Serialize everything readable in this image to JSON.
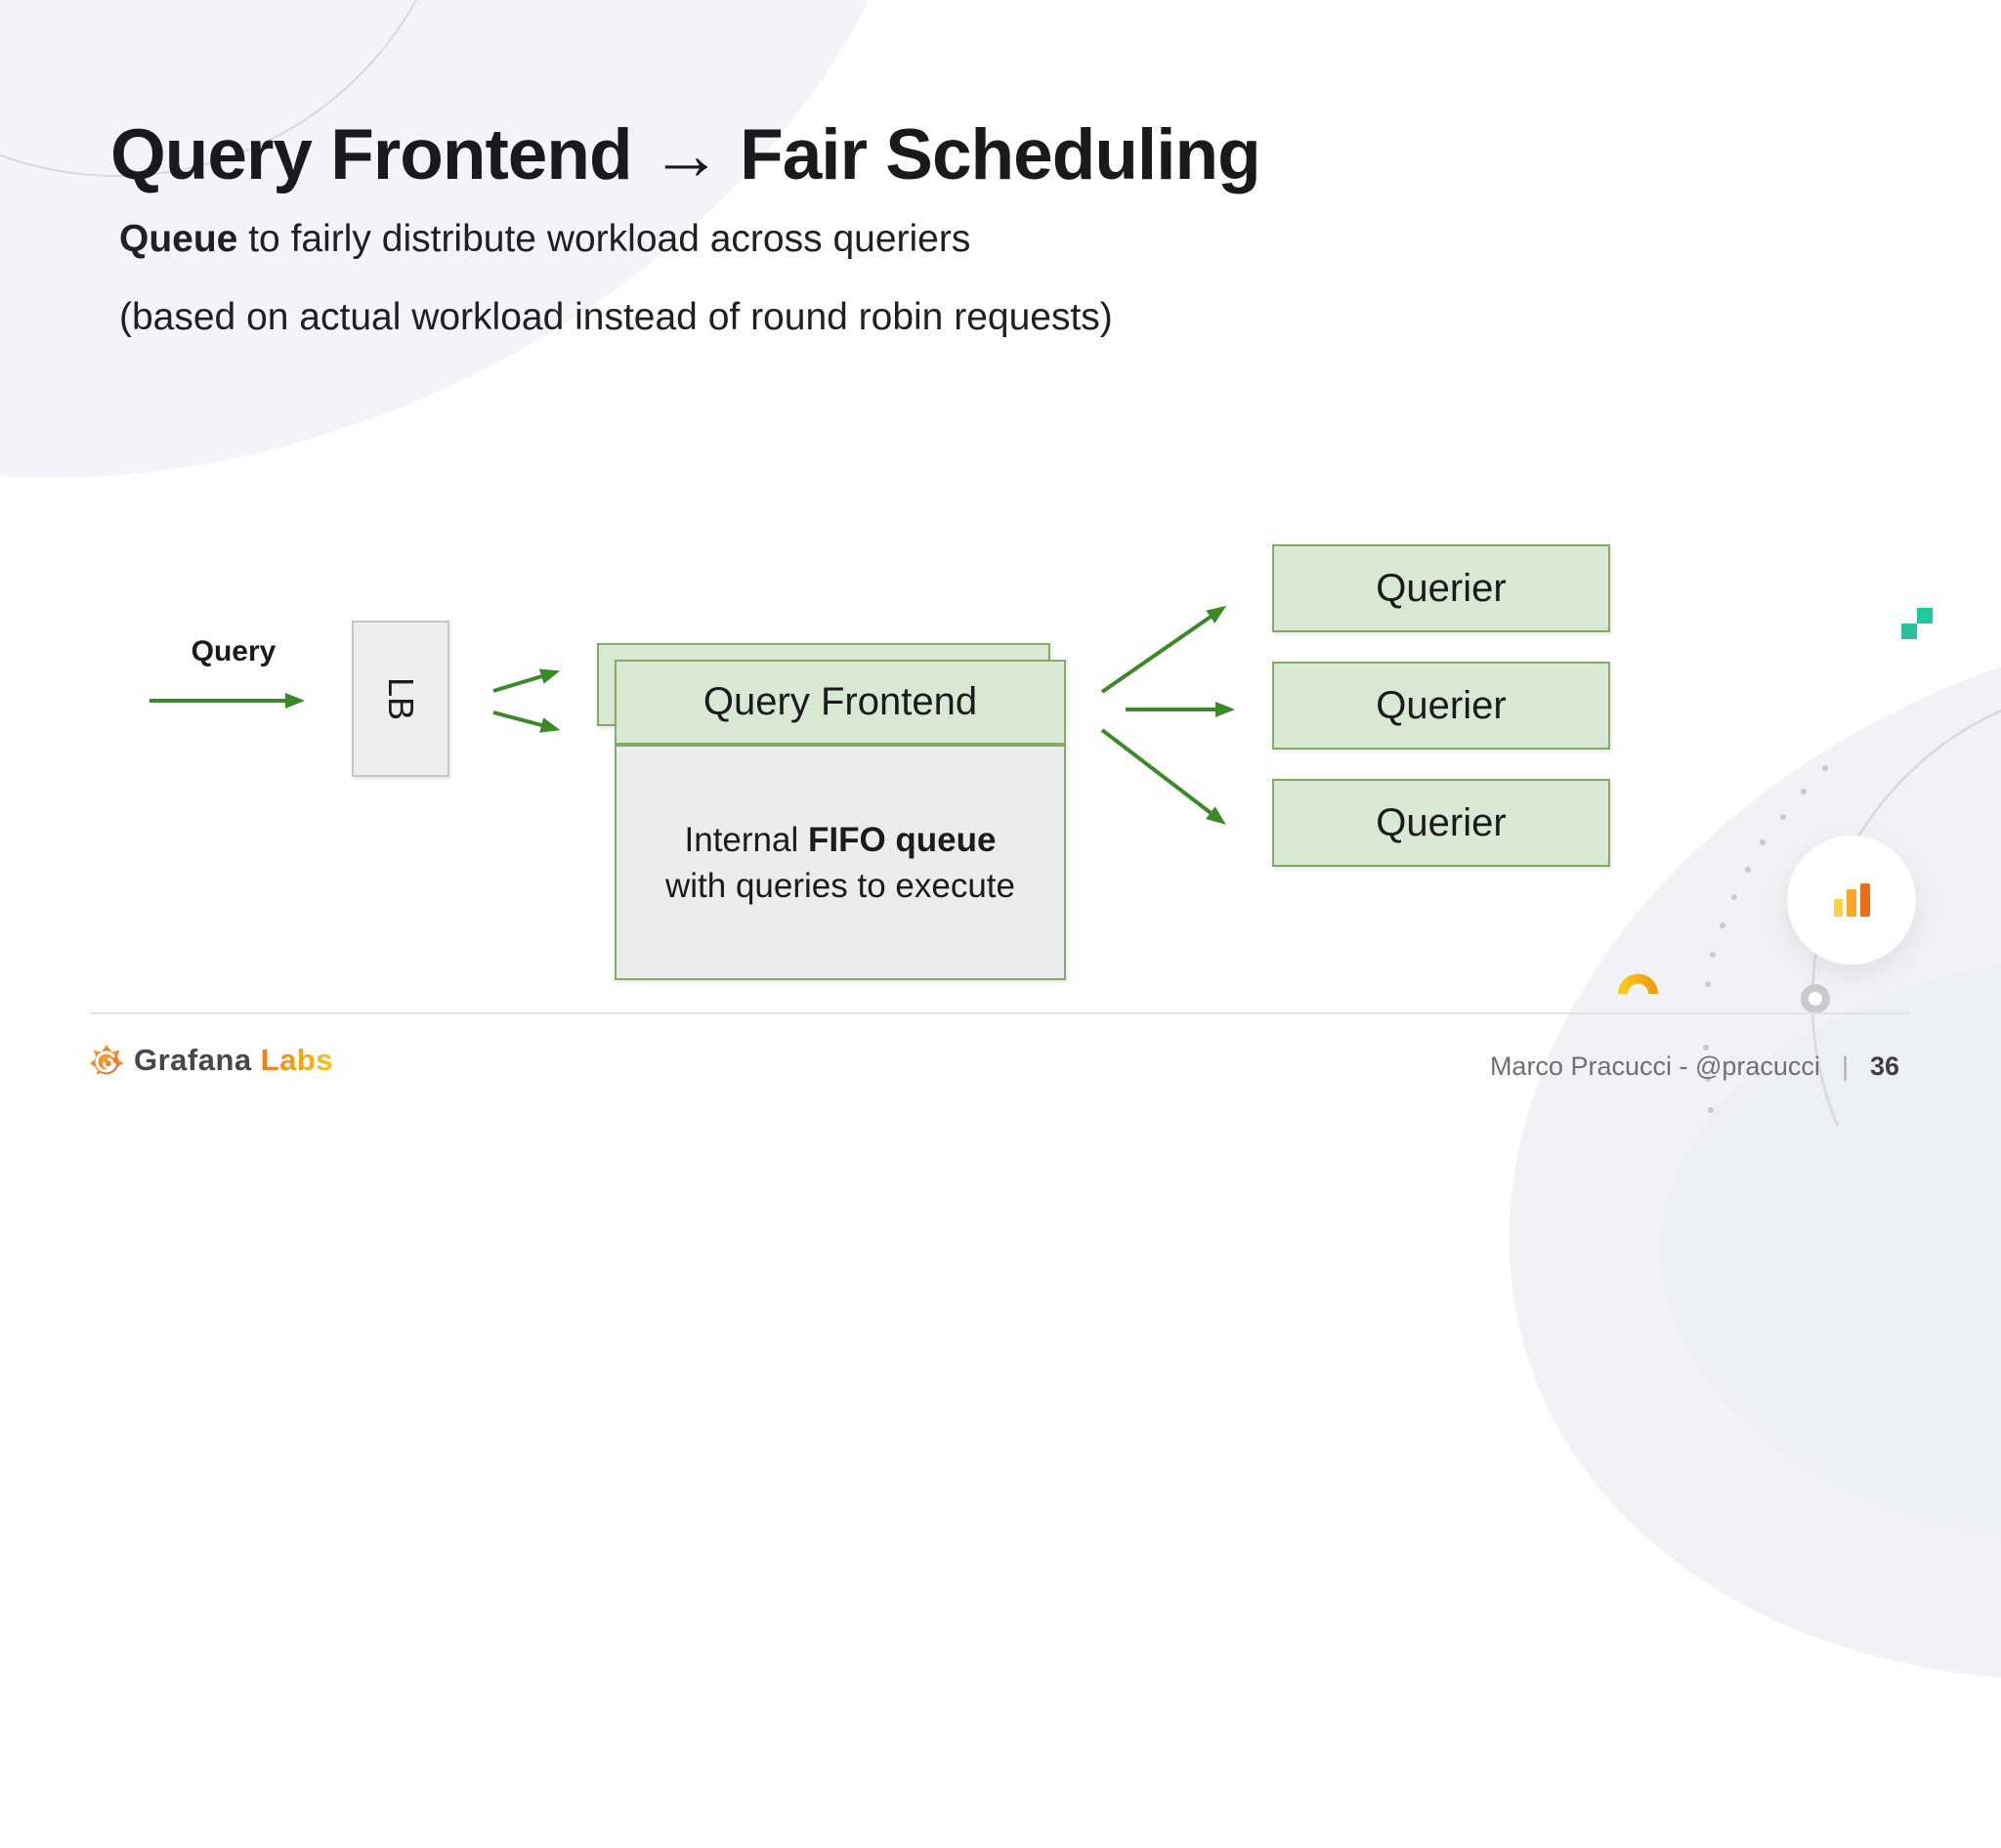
{
  "slide": {
    "title": "Query Frontend → Fair Scheduling",
    "subtitle": {
      "lead_bold": "Queue",
      "lead_rest": " to fairly distribute workload across queriers",
      "line2": "(based on actual workload instead of round robin requests)"
    }
  },
  "diagram": {
    "query_label": "Query",
    "lb_label": "LB",
    "frontend_label": "Query Frontend",
    "queue": {
      "prefix": "Internal ",
      "bold": "FIFO queue",
      "line2": "with queries to execute"
    },
    "queriers": [
      "Querier",
      "Querier",
      "Querier"
    ]
  },
  "footer": {
    "brand": "Grafana",
    "brand_accent": "Labs",
    "author": "Marco Pracucci - @pracucci",
    "separator": "|",
    "page_number": "36"
  },
  "icons": {
    "logo": "grafana-flame-icon",
    "stats": "bar-chart-icon"
  },
  "colors": {
    "title_text": "#1a1a1c",
    "accent_green_fill": "#d9e8d2",
    "accent_green_border": "#84ab69",
    "arrow_green": "#3a8a28",
    "neutral_fill": "#ededee",
    "neutral_border": "#c6c6c8",
    "queue_fill": "#ececec",
    "teal": "#20c8a2",
    "teal_dark": "#2cbfa0",
    "gold": "#f3b81e",
    "bar_yellow": "#fdd23a",
    "bar_orange": "#f9a825",
    "bar_deep_orange": "#ec6c1a",
    "brand_text": "#44474d",
    "brand_orange": "#f7941e",
    "footer_text": "#6f7072",
    "page_text": "#3e3f41",
    "divider": "#e0e2e5",
    "arc_gray": "#d7d9dd",
    "dot_gray": "#c7cad0",
    "ring_gray": "#c9cacc"
  }
}
